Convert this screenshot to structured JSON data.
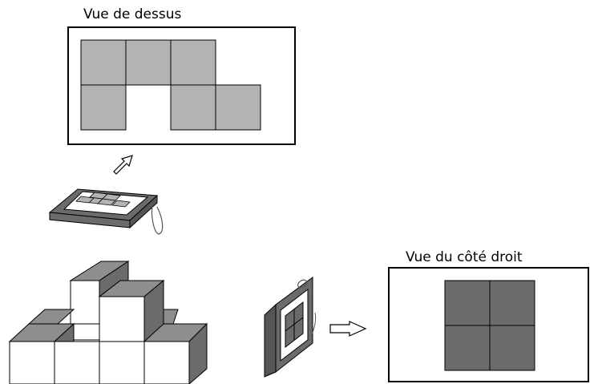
{
  "labels": {
    "top_view": "Vue de dessus",
    "right_view": "Vue du côté droit"
  },
  "colors": {
    "light_gray": "#b3b3b3",
    "dark_gray": "#6b6b6b",
    "medium_gray": "#8e8e8e",
    "outline": "#000000",
    "background": "#ffffff"
  },
  "top_view_grid": [
    [
      1,
      1,
      1,
      0
    ],
    [
      1,
      0,
      1,
      1
    ]
  ],
  "right_view_grid": [
    [
      1,
      1
    ],
    [
      1,
      1
    ]
  ]
}
